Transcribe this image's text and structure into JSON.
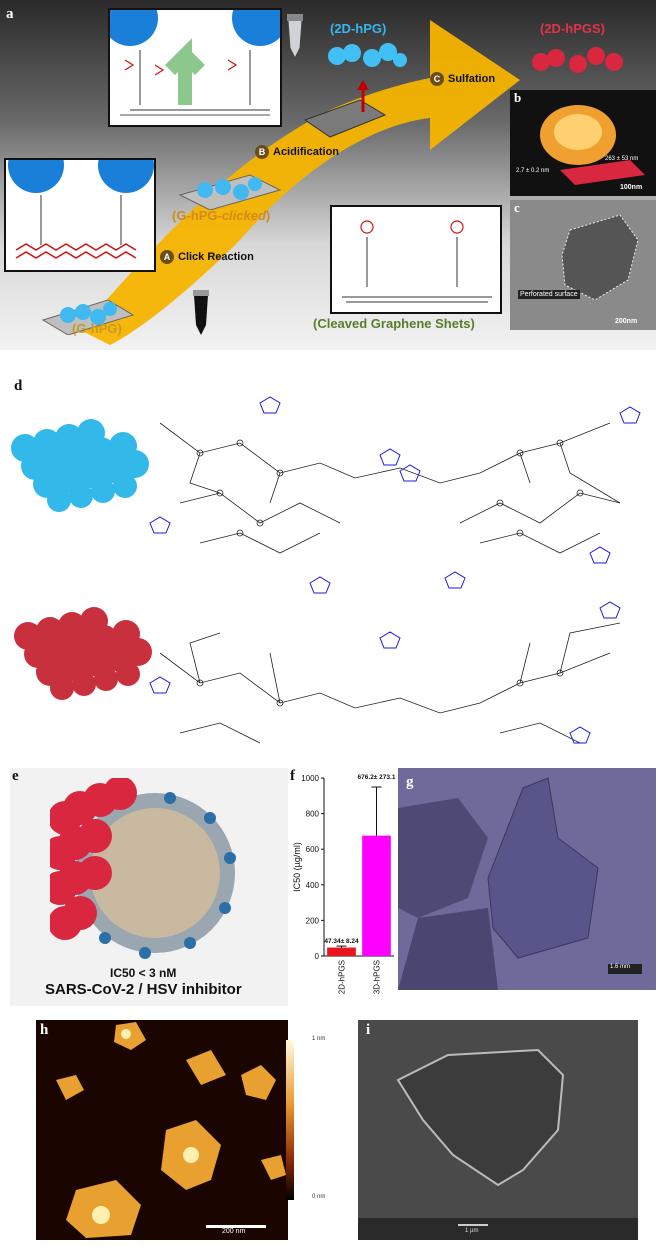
{
  "panel_a": {
    "letter": "a",
    "labels": {
      "g_hpg": "(G-hPG)",
      "g_hpg_clicked_prefix": "(G-hPG-",
      "g_hpg_clicked_italic": "clicked",
      "g_hpg_clicked_suffix": ")",
      "two_d_hpg": "(2D-hPG)",
      "two_d_hpgs": "(2D-hPGS)",
      "cleaved": "(Cleaved Graphene Shets)"
    },
    "steps": [
      {
        "badge": "A",
        "label": "Click Reaction"
      },
      {
        "badge": "B",
        "label": "Acidification"
      },
      {
        "badge": "C",
        "label": "Sulfation"
      }
    ],
    "panel_b": {
      "letter": "b",
      "dim1": "2.7 ± 0.2 nm",
      "dim2": "263 ± 53 nm",
      "scale": "100nm"
    },
    "panel_c": {
      "letter": "c",
      "annotation": "Perforated surface",
      "scale": "200nm"
    }
  },
  "panel_d": {
    "letter": "d"
  },
  "panel_e": {
    "letter": "e",
    "ic50": "IC50 < 3 nM",
    "title": "SARS-CoV-2 / HSV inhibitor"
  },
  "panel_f": {
    "letter": "f"
  },
  "chart_data": {
    "type": "bar",
    "categories": [
      "2D-hPGS",
      "3D-hPGS"
    ],
    "values": [
      47.34,
      676.2
    ],
    "errors": [
      8.24,
      273.1
    ],
    "value_labels": [
      "47.34± 8.24",
      "676.2± 273.1"
    ],
    "colors": [
      "#e8141e",
      "#ff00ff"
    ],
    "ylabel": "IC50 (µg/ml)",
    "ylim": [
      0,
      1000
    ],
    "yticks": [
      0,
      200,
      400,
      600,
      800,
      1000
    ]
  },
  "panel_g": {
    "letter": "g",
    "scale": "1.6 mm"
  },
  "panel_h": {
    "letter": "h",
    "cbar_top": "1 nm",
    "cbar_bottom": "0 nm",
    "scale": "200 nm"
  },
  "panel_i": {
    "letter": "i",
    "scale": "1 µm"
  }
}
